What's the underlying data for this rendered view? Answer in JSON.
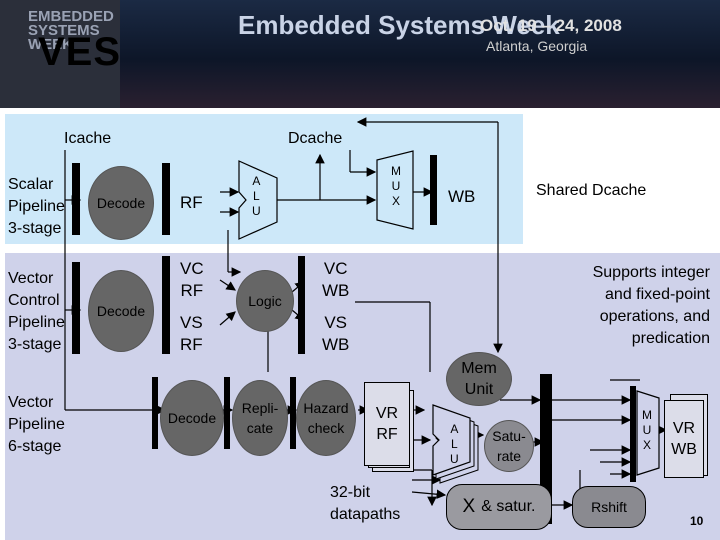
{
  "banner": {
    "logo_lines": [
      "EMBEDDED",
      "SYSTEMS",
      "WEEK"
    ],
    "slide_title": "VES",
    "event": "Embedded Systems Week",
    "dates": "Oct. 19 – 24, 2008",
    "city": "Atlanta, Georgia"
  },
  "diagram": {
    "icache": "Icache",
    "dcache": "Dcache",
    "rows": {
      "scalar": [
        "Scalar",
        "Pipeline",
        "3-stage"
      ],
      "vector_control": [
        "Vector",
        "Control",
        "Pipeline",
        "3-stage"
      ],
      "vector": [
        "Vector",
        "Pipeline",
        "6-stage"
      ]
    },
    "decode": "Decode",
    "rf": "RF",
    "alu": [
      "A",
      "L",
      "U"
    ],
    "mux": [
      "M",
      "U",
      "X"
    ],
    "wb": "WB",
    "shared_dcache": "Shared Dcache",
    "vc_rf": [
      "VC",
      "RF"
    ],
    "vs_rf": [
      "VS",
      "RF"
    ],
    "logic": "Logic",
    "vc_wb": [
      "VC",
      "WB"
    ],
    "vs_wb": [
      "VS",
      "WB"
    ],
    "note": [
      "Supports integer",
      "and fixed-point",
      "operations, and",
      "predication"
    ],
    "mem_unit": [
      "Mem",
      "Unit"
    ],
    "replicate": [
      "Repli-",
      "cate"
    ],
    "hazard": [
      "Hazard",
      "check"
    ],
    "vr_rf": [
      "VR",
      "RF"
    ],
    "saturate": [
      "Satu-",
      "rate"
    ],
    "x_satur_x": "X",
    "x_satur_rest": "& satur.",
    "rshift": "Rshift",
    "datapaths": [
      "32-bit",
      "datapaths"
    ],
    "vr_wb": [
      "VR",
      "WB"
    ],
    "page_number": "10"
  }
}
